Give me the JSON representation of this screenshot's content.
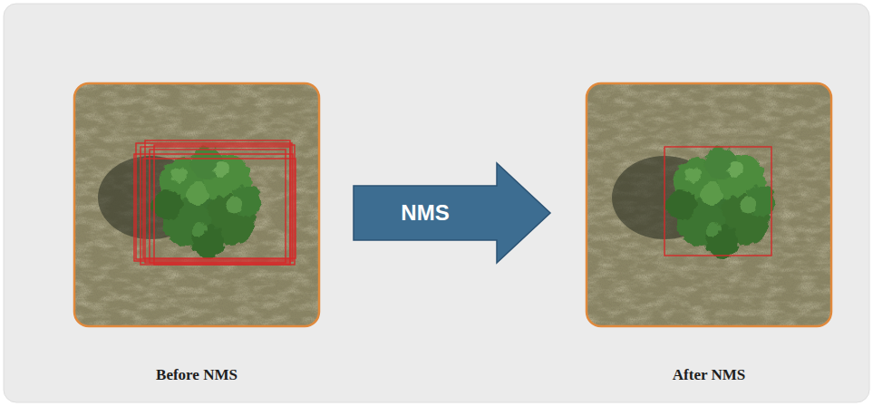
{
  "diagram": {
    "nodes": [
      {
        "text": [
          "Before NMS"
        ]
      },
      {
        "text": [
          "After NMS"
        ]
      }
    ],
    "edges": [
      {
        "from": 0,
        "to": 1,
        "arrow": "to",
        "label": "NMS"
      }
    ]
  }
}
